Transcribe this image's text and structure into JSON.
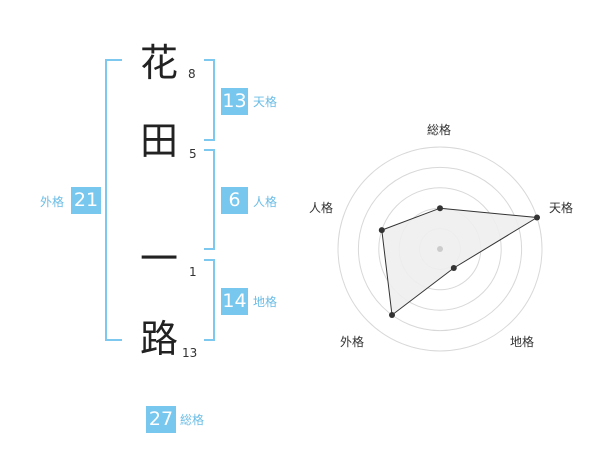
{
  "name": {
    "characters": [
      {
        "char": "花",
        "strokes": "8"
      },
      {
        "char": "田",
        "strokes": "5"
      },
      {
        "char": "一",
        "strokes": "1"
      },
      {
        "char": "路",
        "strokes": "13"
      }
    ]
  },
  "fortune": {
    "tenkaku": {
      "value": "13",
      "label": "天格"
    },
    "jinkaku": {
      "value": "6",
      "label": "人格"
    },
    "chikaku": {
      "value": "14",
      "label": "地格"
    },
    "gaikaku": {
      "value": "21",
      "label": "外格"
    },
    "soukaku": {
      "value": "27",
      "label": "総格"
    }
  },
  "colors": {
    "accent": "#78c7ef",
    "accent_text": "#6bbde6",
    "bracket": "#7cc8ee"
  },
  "chart_data": {
    "type": "radar",
    "axes": [
      "総格",
      "天格",
      "地格",
      "外格",
      "人格"
    ],
    "values": [
      0.4,
      1.0,
      0.23,
      0.8,
      0.6
    ],
    "rings": 5,
    "max": 1
  }
}
